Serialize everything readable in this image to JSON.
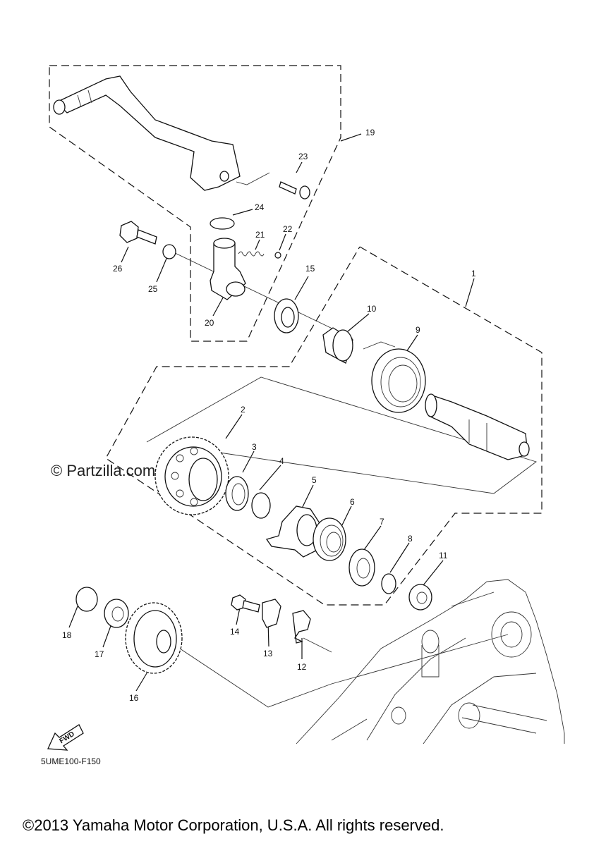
{
  "diagram": {
    "watermark": "© Partzilla.com",
    "drawing_code": "5UME100-F150",
    "copyright": "©2013 Yamaha Motor Corporation, U.S.A. All rights reserved.",
    "direction_badge": "FWD",
    "callouts": [
      "1",
      "2",
      "3",
      "4",
      "5",
      "6",
      "7",
      "8",
      "9",
      "10",
      "11",
      "12",
      "13",
      "14",
      "15",
      "16",
      "17",
      "18",
      "19",
      "20",
      "21",
      "22",
      "23",
      "24",
      "25",
      "26"
    ]
  }
}
